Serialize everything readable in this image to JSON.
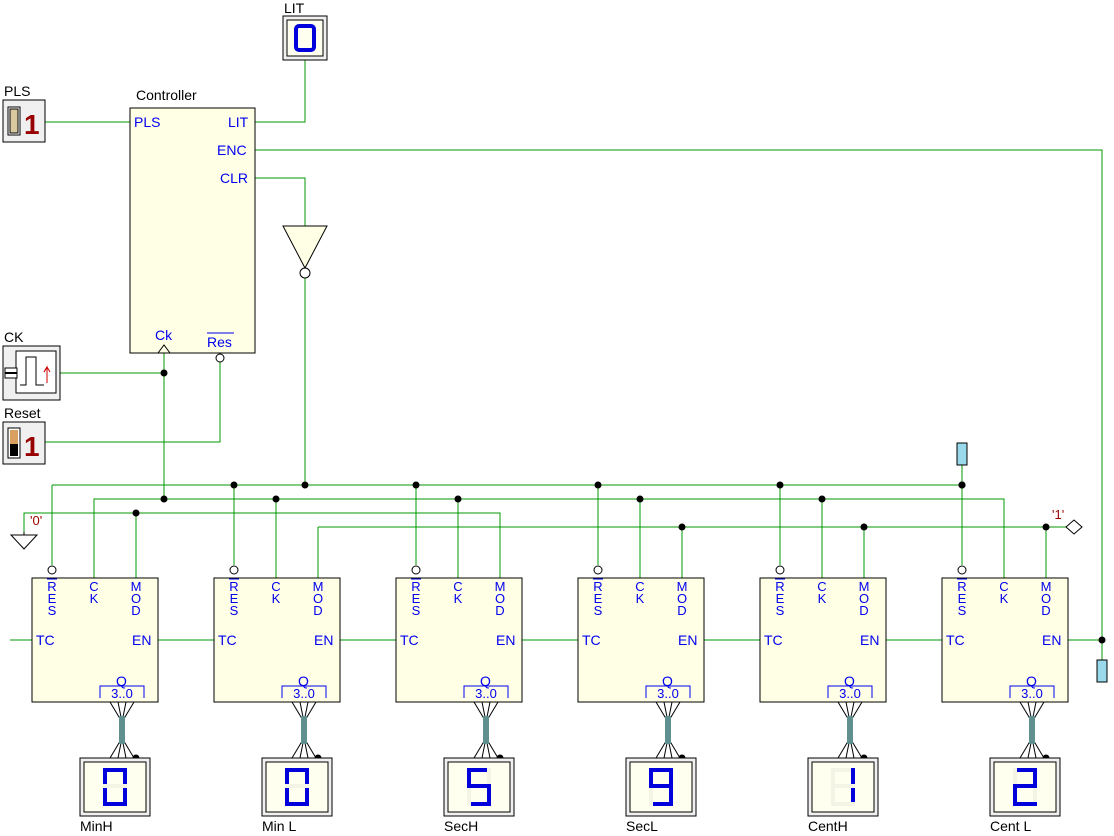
{
  "colors": {
    "wire": "#009900",
    "pin_text": "#0000ee",
    "block_fill": "#ffffe6",
    "digit": "#0000dd",
    "digit_bg": "#fffff0",
    "switch_digit": "#990000"
  },
  "inputs": {
    "pls": {
      "label": "PLS",
      "value": "1"
    },
    "ck": {
      "label": "CK"
    },
    "reset": {
      "label": "Reset",
      "value": "1"
    }
  },
  "lit_display": {
    "label": "LIT",
    "value": "0"
  },
  "controller": {
    "title": "Controller",
    "pins": {
      "pls": "PLS",
      "lit": "LIT",
      "enc": "ENC",
      "clr": "CLR",
      "ck": "Ck",
      "res": "Res"
    }
  },
  "constants": {
    "zero": "'0'",
    "one": "'1'"
  },
  "counter_pins": {
    "res_r": "R",
    "res_e": "E",
    "res_s": "S",
    "ck_c": "C",
    "ck_k": "K",
    "mod_m": "M",
    "mod_o": "O",
    "mod_d": "D",
    "tc": "TC",
    "en": "EN",
    "q": "Q",
    "bus": "3..0"
  },
  "counters": [
    {
      "display": "0",
      "label": "MinH"
    },
    {
      "display": "0",
      "label": "Min L"
    },
    {
      "display": "5",
      "label": "SecH"
    },
    {
      "display": "9",
      "label": "SecL"
    },
    {
      "display": "1",
      "label": "CentH"
    },
    {
      "display": "2",
      "label": "Cent L"
    }
  ]
}
